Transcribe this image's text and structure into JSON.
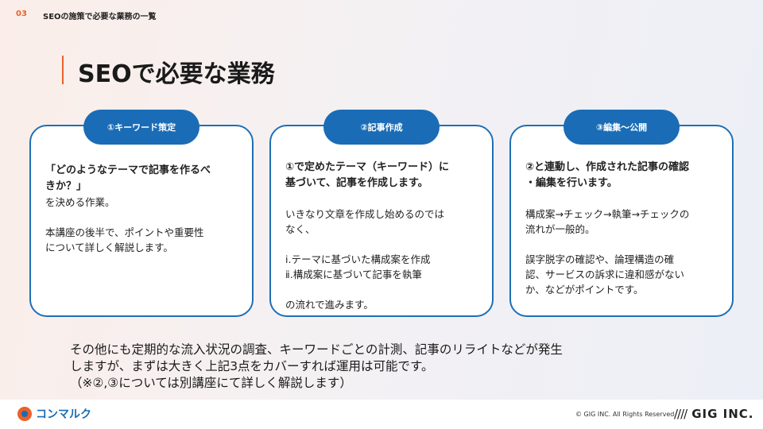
{
  "header": {
    "slide_number": "03",
    "breadcrumb": "SEOの施策で必要な業務の一覧"
  },
  "title": "SEOで必要な業務",
  "cards": [
    {
      "tag": "①キーワード策定",
      "lead": [
        "「どのようなテーマで記事を作るべ",
        "きか？」"
      ],
      "lines": [
        "を決める作業。",
        "",
        "本講座の後半で、ポイントや重要性",
        "について詳しく解説します。"
      ]
    },
    {
      "tag": "②記事作成",
      "lead": [
        "①で定めたテーマ（キーワード）に",
        "基づいて、記事を作成します。"
      ],
      "lines": [
        "",
        "いきなり文章を作成し始めるのでは",
        "なく、",
        "",
        "ⅰ.テーマに基づいた構成案を作成",
        "ⅱ.構成案に基づいて記事を執筆",
        "",
        "の流れで進みます。"
      ]
    },
    {
      "tag": "③編集～公開",
      "lead": [
        "②と連動し、作成された記事の確認",
        "・編集を行います。"
      ],
      "lines": [
        "",
        "構成案→チェック→執筆→チェックの",
        "流れが一般的。",
        "",
        "誤字脱字の確認や、論理構造の確",
        "認、サービスの訴求に違和感がない",
        "か、などがポイントです。"
      ]
    }
  ],
  "note": [
    "その他にも定期的な流入状況の調査、キーワードごとの計測、記事のリライトなどが発生",
    "しますが、まずは大きく上記3点をカバーすれば運用は可能です。",
    "（※②,③については別講座にて詳しく解説します）"
  ],
  "footer": {
    "logo_text": "コンマルク",
    "copyright": "© GIG INC. All Rights Reserved.",
    "brand_mark": "////",
    "brand": "GIG INC."
  },
  "colors": {
    "accent": "#e8622a",
    "primary": "#1a6cb6"
  }
}
